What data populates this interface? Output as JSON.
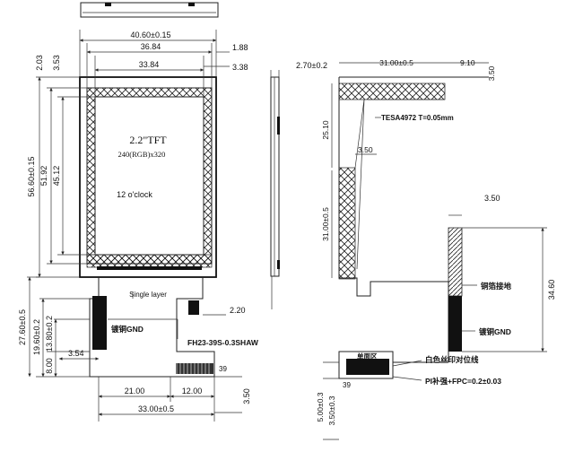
{
  "front": {
    "dim_top_width": "40.60±0.15",
    "dim_view_width": "36.84",
    "dim_active_width": "33.84",
    "dim_right_gap_1": "1.88",
    "dim_right_gap_2": "3.38",
    "dim_left_top_1": "2.03",
    "dim_left_top_2": "3.53",
    "dim_height_total": "56.60±0.15",
    "dim_height_view": "51.92",
    "dim_height_active": "45.12",
    "screen_size": "2.2\"TFT",
    "resolution": "240(RGB)x320",
    "view_direction": "12 o'clock",
    "layer_label": "Single layer",
    "ground_label": "镀铜GND",
    "dim_fpc_width_small": "2.20",
    "connector": "FH23-39S-0.3SHAW",
    "pin_end": "39",
    "dim_tail_1": "27.60±0.5",
    "dim_tail_2": "19.60±0.2",
    "dim_tail_3": "13.80±0.2",
    "dim_tail_4": "8.00",
    "dim_offset": "3.54",
    "dim_bottom_a": "21.00",
    "dim_bottom_b": "12.00",
    "dim_bottom_total": "33.00±0.5",
    "dim_bottom_c": "3.50"
  },
  "side": {
    "thickness": "2.70±0.2"
  },
  "back": {
    "dim_top": "31.00±0.5",
    "dim_top_right": "9.10",
    "dim_top_side": "3.50",
    "tape": "TESA4972  T=0.05mm",
    "dim_25": "25.10",
    "dim_350_mid": "3.50",
    "dim_31_vertical": "31.00±0.5",
    "dim_350_right": "3.50",
    "copper_label": "铜箔接地",
    "dim_34": "34.60",
    "ground_label": "镀铜GND",
    "single_zone": "单面区",
    "silk_label": "白色丝印对位线",
    "stiffener": "PI补强+FPC=0.2±0.03",
    "pin_39": "39",
    "dim_bottom_1": "5.00±0.3",
    "dim_bottom_2": "3.50±0.3"
  }
}
